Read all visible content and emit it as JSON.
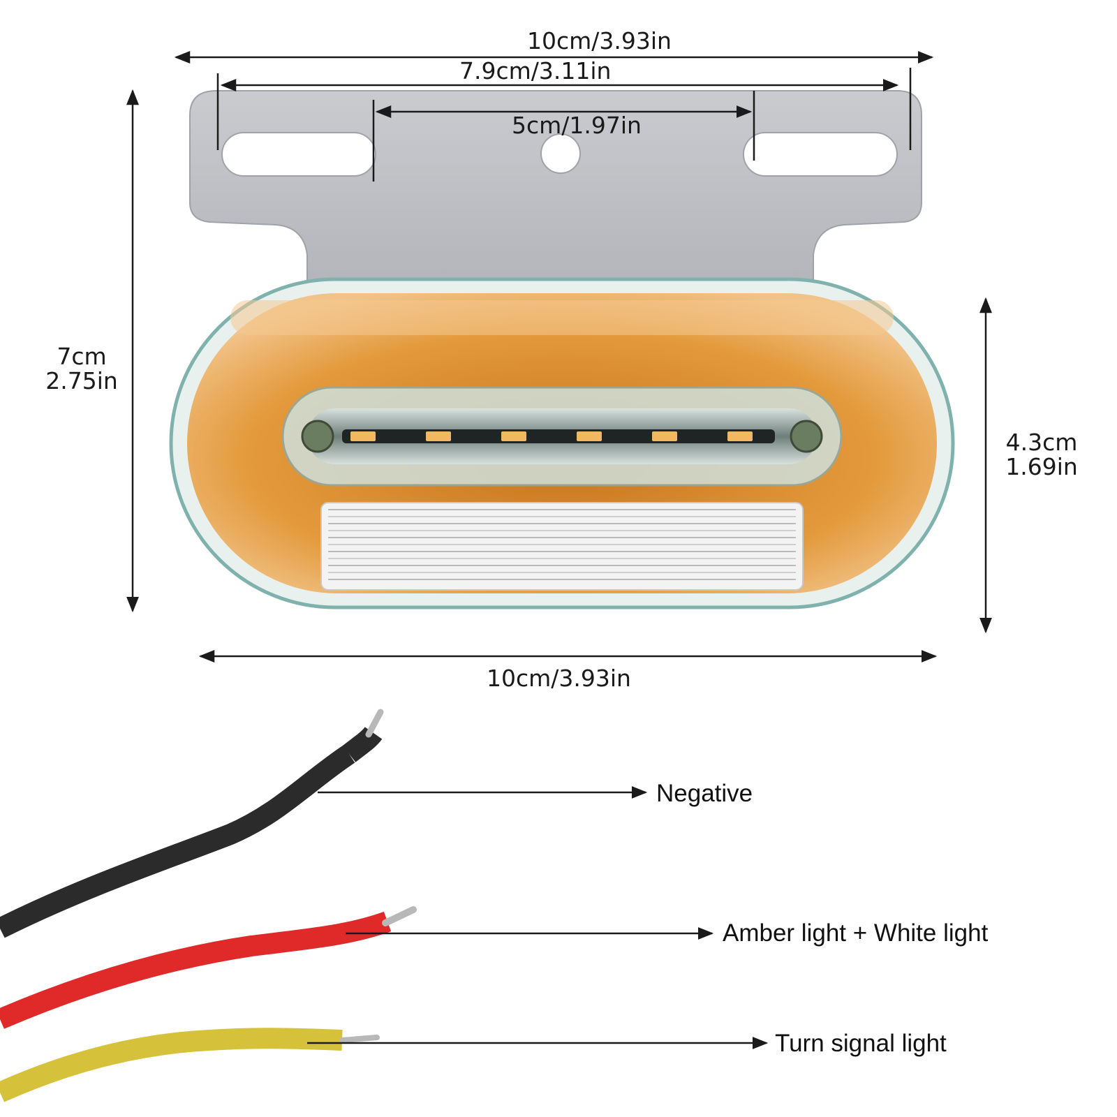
{
  "dimensions": {
    "top_overall_width": "10cm/3.93in",
    "slot_outer_width": "7.9cm/3.11in",
    "slot_inner_width": "5cm/1.97in",
    "overall_height_cm": "7cm",
    "overall_height_in": "2.75in",
    "lens_height_cm": "4.3cm",
    "lens_height_in": "1.69in",
    "bottom_width": "10cm/3.93in"
  },
  "wires": [
    {
      "label": "Negative",
      "color": "#2b2b2b",
      "icon": "black-wire-icon"
    },
    {
      "label": "Amber light + White light",
      "color": "#e02a2a",
      "icon": "red-wire-icon"
    },
    {
      "label": "Turn signal light",
      "color": "#d6c23a",
      "icon": "yellow-wire-icon"
    }
  ],
  "colors": {
    "bracket": "#bfc1c6",
    "amber": "#e8962e",
    "housing_edge": "#8fbcb8",
    "line": "#1a1a1a"
  }
}
